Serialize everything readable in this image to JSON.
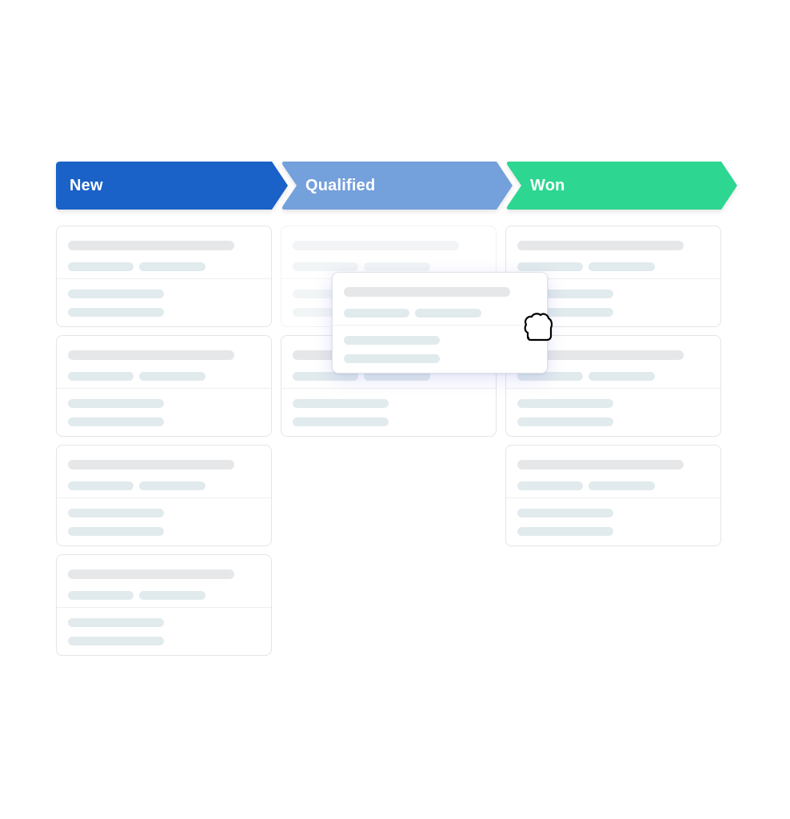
{
  "pipeline": {
    "stages": [
      {
        "id": "new",
        "label": "New",
        "color": "#1a61c8"
      },
      {
        "id": "qualified",
        "label": "Qualified",
        "color": "#74a0dc"
      },
      {
        "id": "won",
        "label": "Won",
        "color": "#2dd691"
      }
    ]
  },
  "cursor": {
    "icon": "grab-hand-icon"
  }
}
